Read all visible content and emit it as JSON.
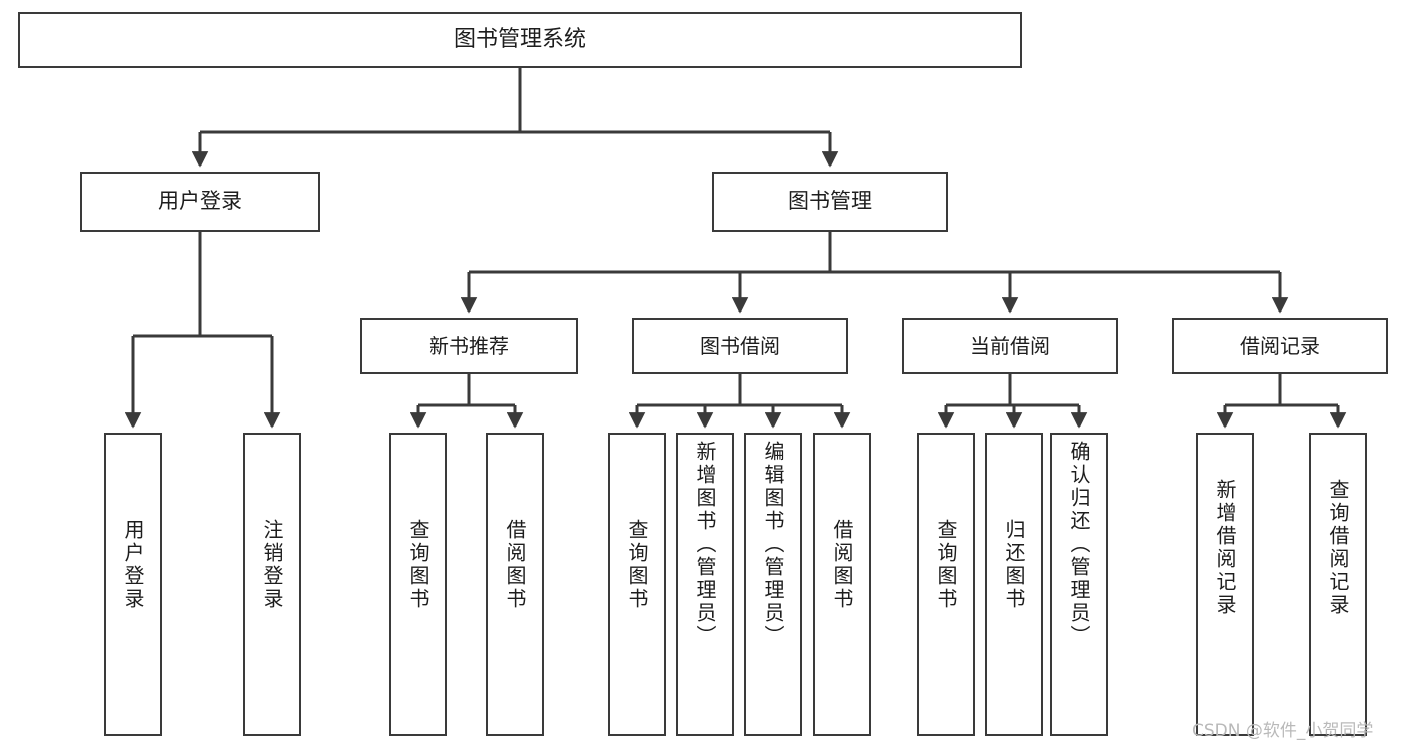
{
  "diagram": {
    "type": "tree-hierarchy-diagram",
    "title": "图书管理系统",
    "watermark": "CSDN @软件_小贺同学",
    "colors": {
      "background": "#ffffff",
      "box_border": "#3a3a3a",
      "box_fill": "#ffffff",
      "edge": "#3a3a3a",
      "text": "#1d1d1d",
      "watermark": "#b9b9b9"
    },
    "nodes": {
      "root": {
        "label": "图书管理系统"
      },
      "level2": [
        {
          "label": "用户登录"
        },
        {
          "label": "图书管理"
        }
      ],
      "level3": [
        {
          "label": "新书推荐"
        },
        {
          "label": "图书借阅"
        },
        {
          "label": "当前借阅"
        },
        {
          "label": "借阅记录"
        }
      ],
      "leaves": {
        "user_login": [
          {
            "label": "用户登录"
          },
          {
            "label": "注销登录"
          }
        ],
        "new_book_recommend": [
          {
            "label": "查询图书"
          },
          {
            "label": "借阅图书"
          }
        ],
        "book_borrow": [
          {
            "label": "查询图书"
          },
          {
            "label": "新增图书（管理员）"
          },
          {
            "label": "编辑图书（管理员）"
          },
          {
            "label": "借阅图书"
          }
        ],
        "current_borrow": [
          {
            "label": "查询图书"
          },
          {
            "label": "归还图书"
          },
          {
            "label": "确认归还（管理员）"
          }
        ],
        "borrow_records": [
          {
            "label": "新增借阅记录"
          },
          {
            "label": "查询借阅记录"
          }
        ]
      }
    }
  }
}
